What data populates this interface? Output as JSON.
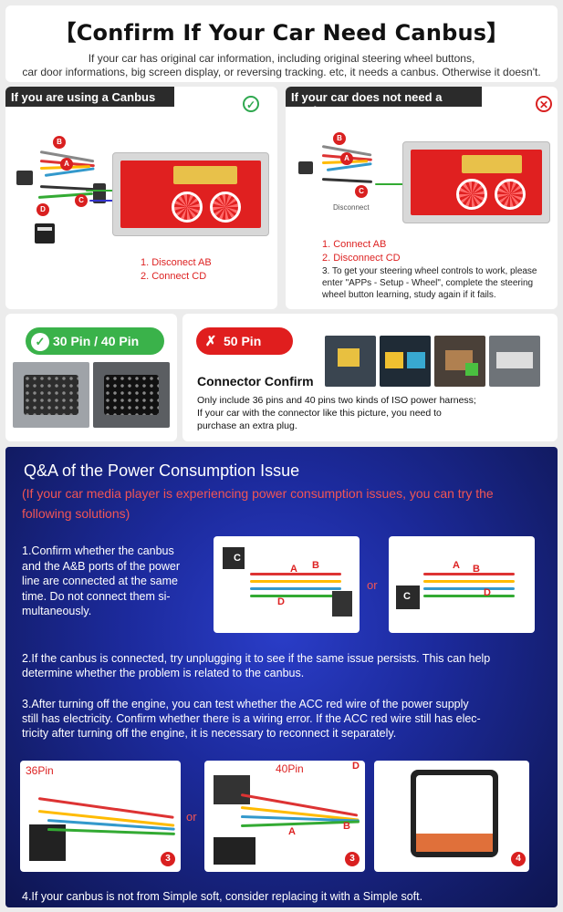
{
  "header": {
    "title": "【Confirm If Your Car Need Canbus】",
    "line1": "If your car has original car information, including original steering wheel buttons,",
    "line2": "car door informations, big screen display, or reversing tracking. etc, it needs a canbus. Otherwise it doesn't."
  },
  "canbus_panel": {
    "title": "If you are using a Canbus",
    "mark": "✓",
    "labels": {
      "a": "A",
      "b": "B",
      "c": "C",
      "d": "D"
    },
    "step1": "1. Disconect AB",
    "step2": "2. Connect CD"
  },
  "no_canbus_panel": {
    "title": "If your car does not need a Canbus",
    "mark": "✕",
    "disconnect_label": "Disconnect",
    "labels": {
      "a": "A",
      "b": "B",
      "c": "C"
    },
    "step1": "1. Connect AB",
    "step2": "2. Disconnect CD",
    "step3a": "3. To get your steering wheel controls to work, please",
    "step3b": "enter \"APPs - Setup - Wheel\", complete the steering",
    "step3c": "wheel button learning, study again if it fails."
  },
  "connector_ok": {
    "check": "✓",
    "label": "30 Pin / 40 Pin"
  },
  "connector_bad": {
    "x": "✗",
    "label": "50 Pin",
    "title": "Connector Confirm",
    "desc1": "Only include 36 pins and 40 pins two kinds of ISO power harness;",
    "desc2": "If your car with the connector like this picture, you need to",
    "desc3": "purchase an extra plug."
  },
  "qa": {
    "title": "Q&A of the Power Consumption Issue",
    "subtitle": "(If your car media player is experiencing power consumption issues, you can try the following solutions)",
    "s1a": "1.Confirm whether the canbus",
    "s1b": "and the A&B ports of the power",
    "s1c": "line are connected at the same",
    "s1d": "time. Do not connect them si-",
    "s1e": "multaneously.",
    "or": "or",
    "photo1_labels": {
      "c": "C",
      "a": "A",
      "b": "B",
      "d": "D"
    },
    "photo2_labels": {
      "c": "C",
      "a": "A",
      "b": "B",
      "d": "D"
    },
    "s2a": "2.If the canbus is connected, try unplugging it to see if the same issue persists. This can help",
    "s2b": "determine whether the problem is related to the canbus.",
    "s3a": "3.After turning off the engine, you can test whether the ACC red wire of the power supply",
    "s3b": "still has electricity. Confirm whether there is a wiring error. If the ACC red wire still has elec-",
    "s3c": "tricity after turning off the engine, it is necessary to reconnect it separately.",
    "pin36": "36Pin",
    "pin40": "40Pin",
    "photo4_labels": {
      "a": "A",
      "b": "B",
      "d": "D"
    },
    "n3a": "3",
    "n3b": "3",
    "n4": "4",
    "s4": "4.If your canbus is not from Simple soft, consider replacing it with a Simple soft."
  }
}
